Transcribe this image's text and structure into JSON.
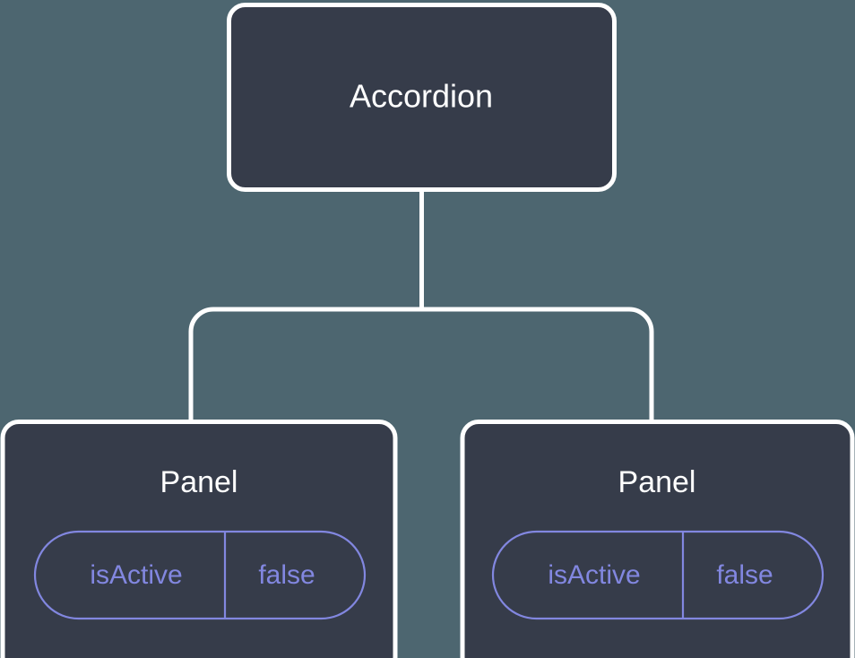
{
  "diagram": {
    "type": "component-tree",
    "background_color": "#4d6670",
    "node_fill_color": "#363c4a",
    "node_border_color": "#ffffff",
    "connector_color": "#ffffff",
    "prop_accent_color": "#8287e0",
    "root": {
      "title": "Accordion"
    },
    "children": [
      {
        "title": "Panel",
        "props": [
          {
            "key": "isActive",
            "value": "false"
          }
        ]
      },
      {
        "title": "Panel",
        "props": [
          {
            "key": "isActive",
            "value": "false"
          }
        ]
      }
    ]
  }
}
